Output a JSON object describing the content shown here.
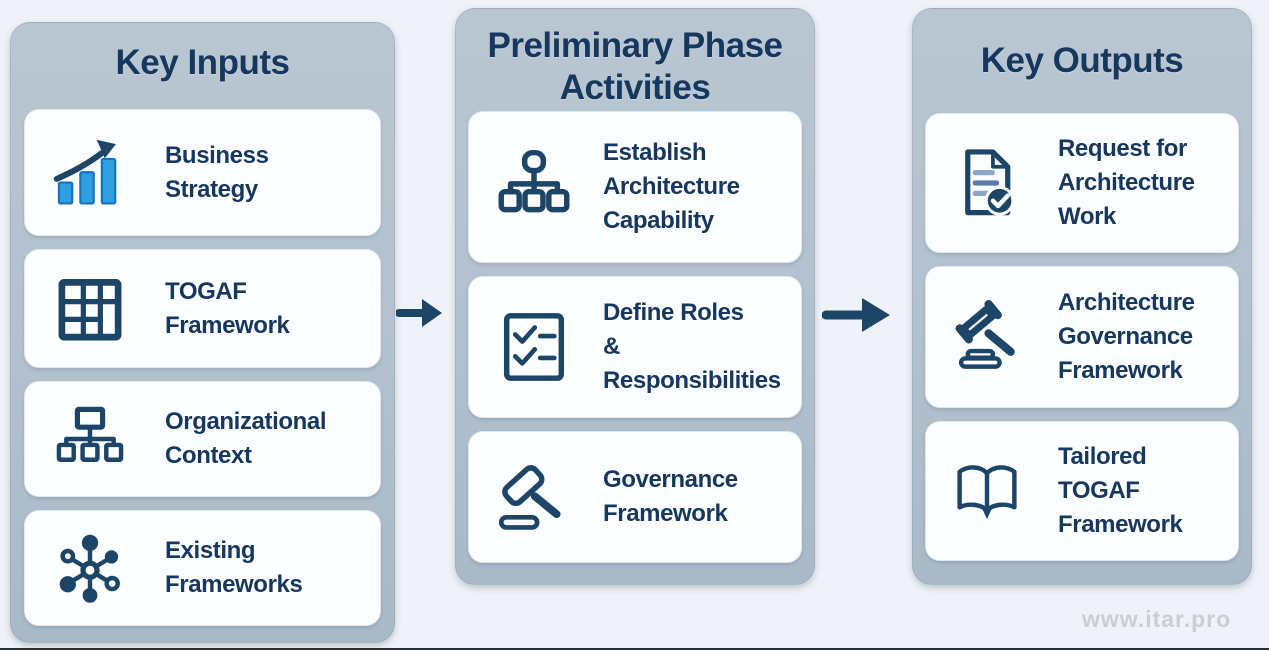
{
  "watermark": "www.itar.pro",
  "colors": {
    "background": "#eff3f7",
    "panel": "#b3c1ce",
    "card": "#fcfdfe",
    "text_navy": "#16375e",
    "icon_navy": "#1d4568",
    "accent_blue": "#2f9fe2",
    "doc_line_light": "#8aa6c8",
    "doc_line_mid": "#5c7ba8",
    "watermark_gray": "#c9ced4"
  },
  "columns": [
    {
      "id": "inputs",
      "title": "Key Inputs",
      "items": [
        {
          "icon": "bar-chart-growth-icon",
          "label": "Business\nStrategy"
        },
        {
          "icon": "grid-table-icon",
          "label": "TOGAF\nFramework"
        },
        {
          "icon": "org-chart-icon",
          "label": "Organizational\nContext"
        },
        {
          "icon": "network-hub-icon",
          "label": "Existing\nFrameworks"
        }
      ]
    },
    {
      "id": "activities",
      "title": "Preliminary Phase\nActivities",
      "items": [
        {
          "icon": "hierarchy-icon",
          "label": "Establish\nArchitecture\nCapability"
        },
        {
          "icon": "checklist-icon",
          "label": "Define Roles\n&\nResponsibilities"
        },
        {
          "icon": "gavel-icon",
          "label": "Governance\nFramework"
        }
      ]
    },
    {
      "id": "outputs",
      "title": "Key Outputs",
      "items": [
        {
          "icon": "document-check-icon",
          "label": "Request for\nArchitecture\nWork"
        },
        {
          "icon": "gavel-block-icon",
          "label": "Architecture\nGovernance\nFramework"
        },
        {
          "icon": "open-book-icon",
          "label": "Tailored\nTOGAF\nFramework"
        }
      ]
    }
  ],
  "arrows": [
    {
      "name": "arrow-inputs-to-activities"
    },
    {
      "name": "arrow-activities-to-outputs"
    }
  ]
}
